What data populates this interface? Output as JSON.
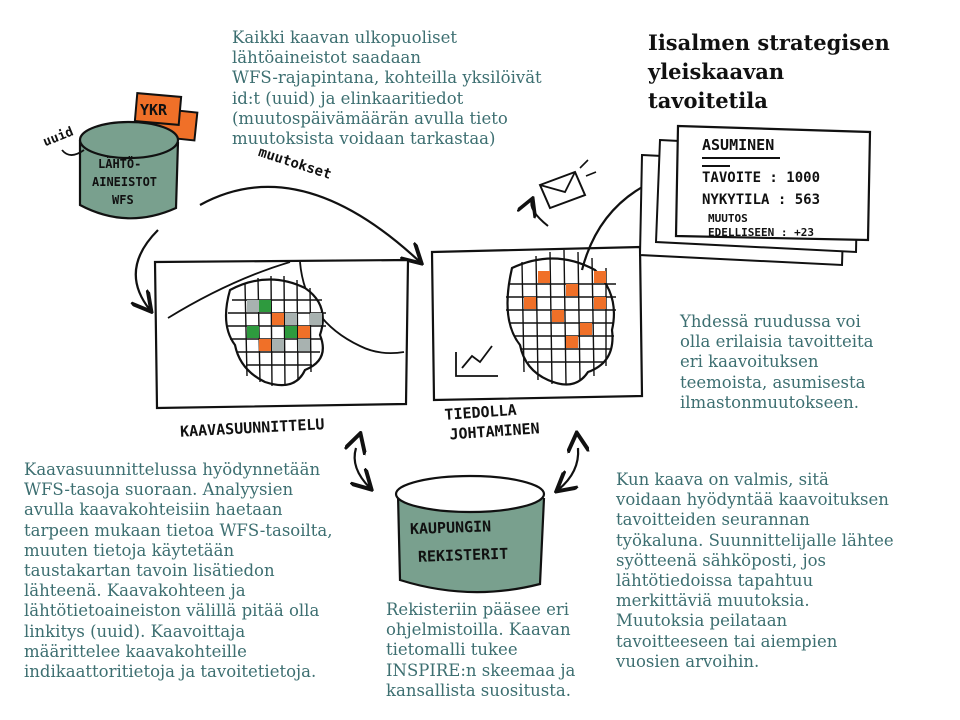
{
  "title": "Iisalmen strategisen\nyleiskaavan\ntavoitetila",
  "texts": {
    "wfs_note": "Kaikki kaavan ulkopuoliset\nlähtöaineistot saadaan\nWFS-rajapintana, kohteilla yksilöivät\nid:t (uuid) ja elinkaaritiedot\n(muutospäivämäärän avulla tieto\nmuutoksista voidaan tarkastaa)",
    "grid_note": "Yhdessä ruudussa voi\nolla erilaisia tavoitteita\neri kaavoituksen\nteemoista, asumisesta\nilmastonmuutokseen.",
    "planning_note": "Kaavasuunnittelussa hyödynnetään\nWFS-tasoja suoraan. Analyysien\navulla kaavakohteisiin haetaan\ntarpeen mukaan tietoa WFS-tasoilta,\nmuuten tietoja käytetään\ntaustakartan tavoin lisätiedon\nlähteenä. Kaavakohteen ja\nlähtötietoaineiston välillä pitää olla\nlinkitys (uuid). Kaavoittaja\nmäärittelee kaavakohteille\nindikaattoritietoja ja tavoitetietoja.",
    "register_note": "Rekisteriin pääsee eri\nohjelmistoilla. Kaavan\ntietomalli tukee\nINSPIRE:n skeemaa ja\nkansallista suositusta.",
    "monitoring_note": "Kun kaava on valmis, sitä\nvoidaan hyödyntää kaavoituksen\ntavoitteiden seurannan\ntyökaluna. Suunnittelijalle lähtee\nsyötteenä sähköposti, jos\nlähtötiedoissa tapahtuu\nmerkittäviä muutoksia.\nMuutoksia peilataan\ntavoitteeseen tai aiempien\nvuosien arvoihin."
  },
  "sketch": {
    "uuid": "uuid",
    "ykr": "YKR",
    "source_db": [
      "LÄHTÖ-",
      "AINEISTOT",
      "WFS"
    ],
    "changes": "muutokset",
    "planning": "KAAVASUUNNITTELU",
    "knowledge": [
      "TIEDOLLA",
      "JOHTAMINEN"
    ],
    "registers": [
      "KAUPUNGIN",
      "REKISTERIT"
    ],
    "card": {
      "heading": "ASUMINEN",
      "target": "TAVOITE : 1000",
      "current": "NYKYTILA : 563",
      "change_1": "MUUTOS",
      "change_2": "EDELLISEEN : +23"
    }
  },
  "colors": {
    "text": "#3d6f71",
    "cylinder": "#79a08e",
    "orange": "#f07028",
    "green": "#2e9a3e",
    "grey": "#a8b2b0"
  }
}
